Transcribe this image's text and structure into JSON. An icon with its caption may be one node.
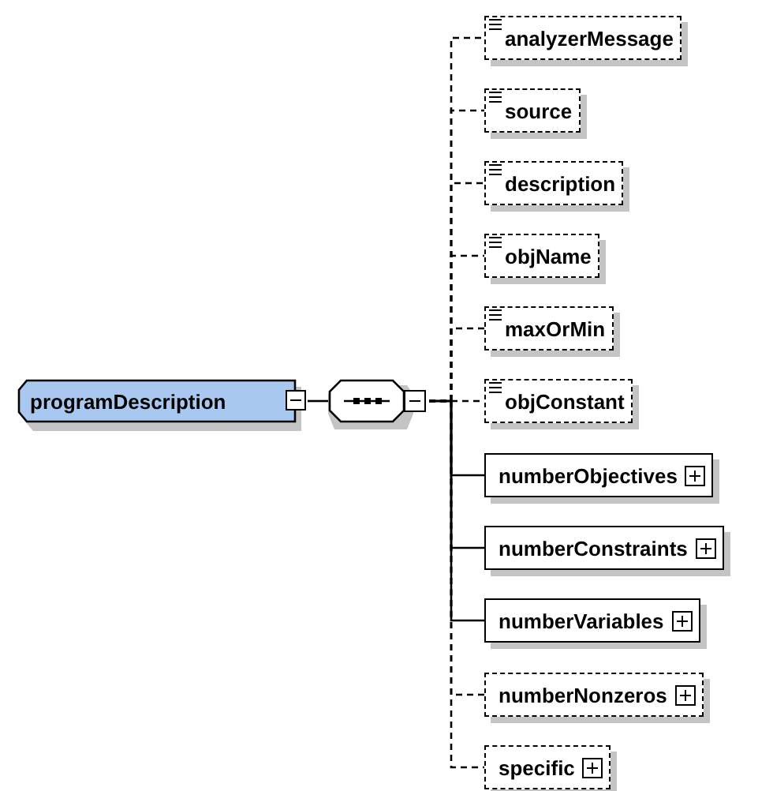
{
  "diagram": {
    "nodes": [
      {
        "text": [
          "programDescription"
        ]
      },
      {
        "text": [],
        "shape": "octagon"
      },
      {
        "text": [
          "analyzerMessage"
        ]
      },
      {
        "text": [
          "source"
        ]
      },
      {
        "text": [
          "description"
        ]
      },
      {
        "text": [
          "objName"
        ]
      },
      {
        "text": [
          "maxOrMin"
        ]
      },
      {
        "text": [
          "objConstant"
        ]
      },
      {
        "text": [
          "numberObjectives"
        ]
      },
      {
        "text": [
          "numberConstraints"
        ]
      },
      {
        "text": [
          "numberVariables"
        ]
      },
      {
        "text": [
          "numberNonzeros"
        ]
      },
      {
        "text": [
          "specific"
        ]
      }
    ],
    "edges": [
      {
        "from": 0,
        "to": 1,
        "arrow": "none"
      },
      {
        "from": 1,
        "to": 2,
        "arrow": "none",
        "style": "dashed"
      },
      {
        "from": 1,
        "to": 3,
        "arrow": "none",
        "style": "dashed"
      },
      {
        "from": 1,
        "to": 4,
        "arrow": "none",
        "style": "dashed"
      },
      {
        "from": 1,
        "to": 5,
        "arrow": "none",
        "style": "dashed"
      },
      {
        "from": 1,
        "to": 6,
        "arrow": "none",
        "style": "dashed"
      },
      {
        "from": 1,
        "to": 7,
        "arrow": "none",
        "style": "dashed"
      },
      {
        "from": 1,
        "to": 8,
        "arrow": "none"
      },
      {
        "from": 1,
        "to": 9,
        "arrow": "none"
      },
      {
        "from": 1,
        "to": 10,
        "arrow": "none"
      },
      {
        "from": 1,
        "to": 11,
        "arrow": "none",
        "style": "dashed"
      },
      {
        "from": 1,
        "to": 12,
        "arrow": "none",
        "style": "dashed"
      }
    ]
  }
}
